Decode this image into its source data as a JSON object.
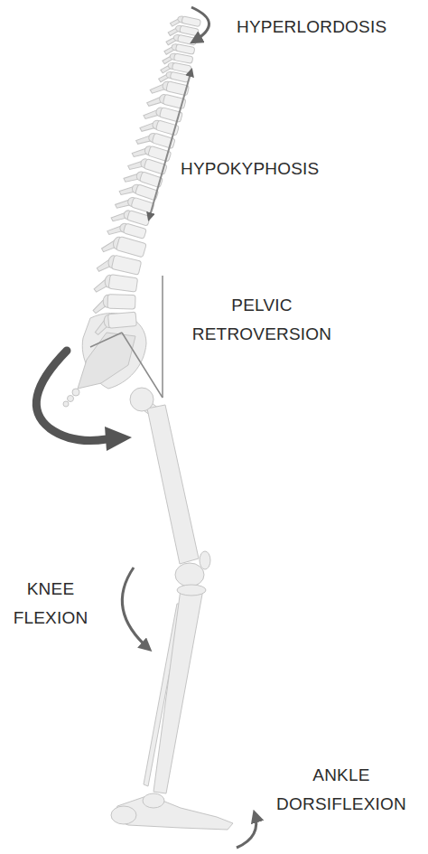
{
  "diagram": {
    "labels": [
      "HYPERLORDOSIS",
      "HYPOKYPHOSIS",
      "PELVIC RETROVERSION",
      "KNEE FLEXION",
      "ANKLE DORSIFLEXION"
    ]
  }
}
